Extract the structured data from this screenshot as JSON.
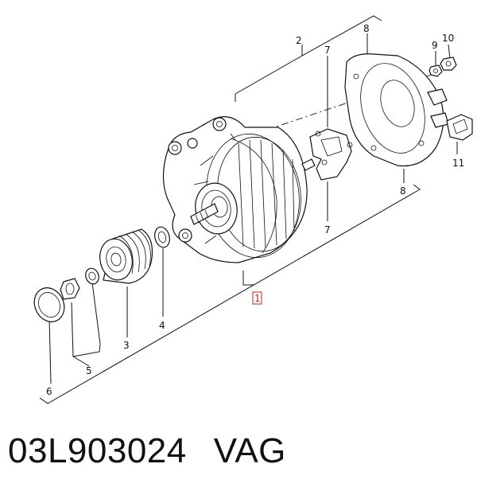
{
  "callouts": {
    "c1": "1",
    "c2": "2",
    "c3": "3",
    "c4": "4",
    "c5": "5",
    "c6": "6",
    "c7_top": "7",
    "c7_bottom": "7",
    "c8_top": "8",
    "c8_bottom": "8",
    "c9": "9",
    "c10": "10",
    "c11": "11"
  },
  "caption": {
    "part_number": "03L903024",
    "brand": "VAG"
  },
  "colors": {
    "line": "#111111",
    "highlight_box": "#cc1f1f"
  }
}
